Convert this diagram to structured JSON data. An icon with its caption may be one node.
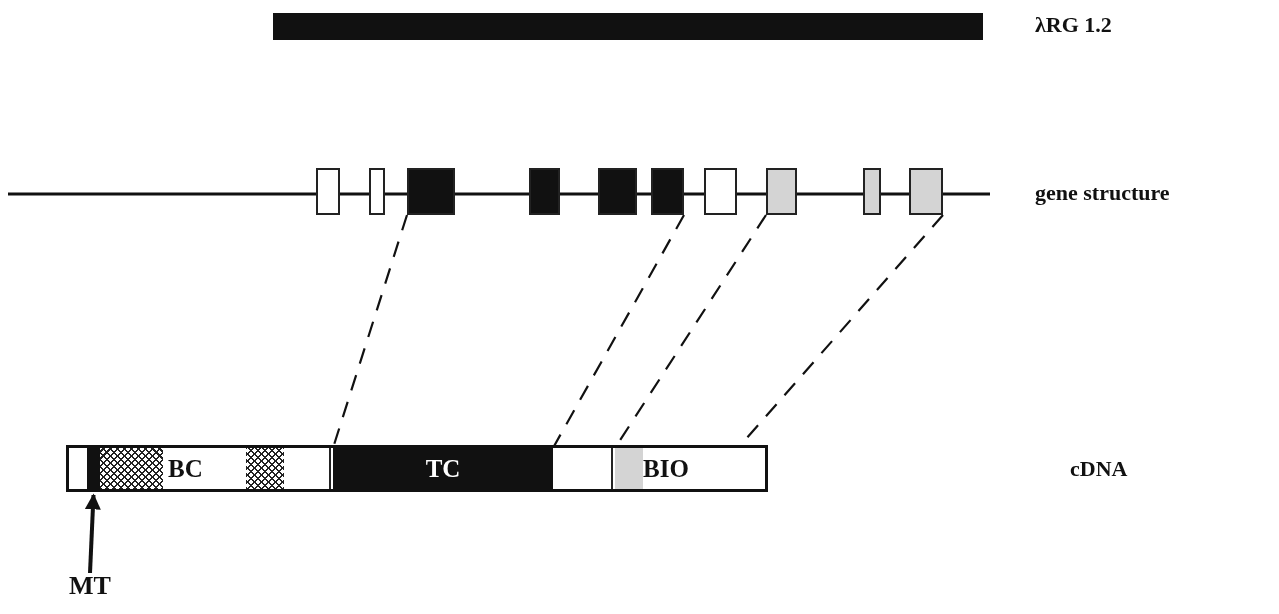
{
  "diagram": {
    "nodes": [
      {
        "text": [],
        "shape": "bar"
      },
      {
        "text": [],
        "shape": "box"
      },
      {
        "text": [],
        "shape": "box"
      },
      {
        "text": [],
        "shape": "box"
      },
      {
        "text": [],
        "shape": "box"
      },
      {
        "text": [],
        "shape": "box"
      },
      {
        "text": [],
        "shape": "box"
      },
      {
        "text": [],
        "shape": "box"
      },
      {
        "text": [],
        "shape": "box"
      },
      {
        "text": [],
        "shape": "box"
      },
      {
        "text": [],
        "shape": "box"
      },
      {
        "text": [],
        "shape": "bar"
      },
      {
        "text": [],
        "shape": "bar",
        "in": 11
      },
      {
        "text": [
          "BC"
        ],
        "in": 11
      },
      {
        "text": [
          "TC"
        ],
        "in": 11
      },
      {
        "text": [
          "BIO"
        ],
        "in": 11
      },
      {
        "text": [
          "MT"
        ]
      }
    ],
    "edges": [
      {
        "from": 3,
        "to": 14,
        "arrow": "none",
        "style": "dashed"
      },
      {
        "from": 6,
        "to": 14,
        "arrow": "none",
        "style": "dashed"
      },
      {
        "from": 8,
        "to": 15,
        "arrow": "none",
        "style": "dashed"
      },
      {
        "from": 10,
        "to": 15,
        "arrow": "none",
        "style": "dashed"
      },
      {
        "from": 16,
        "to": 12,
        "arrow": "to"
      }
    ],
    "labels": [
      "λRG 1.2",
      "gene structure",
      "cDNA"
    ]
  }
}
